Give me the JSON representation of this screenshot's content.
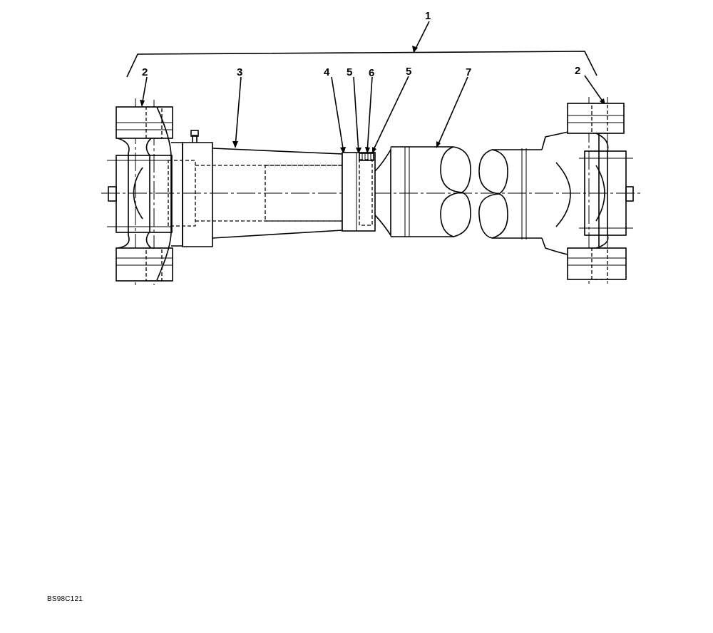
{
  "diagram": {
    "callouts": [
      {
        "id": "callout-1",
        "label": "1"
      },
      {
        "id": "callout-2-left",
        "label": "2"
      },
      {
        "id": "callout-3",
        "label": "3"
      },
      {
        "id": "callout-4",
        "label": "4"
      },
      {
        "id": "callout-5-left",
        "label": "5"
      },
      {
        "id": "callout-6",
        "label": "6"
      },
      {
        "id": "callout-5-right",
        "label": "5"
      },
      {
        "id": "callout-7",
        "label": "7"
      },
      {
        "id": "callout-2-right",
        "label": "2"
      }
    ],
    "figure_code": "BS98C121"
  }
}
